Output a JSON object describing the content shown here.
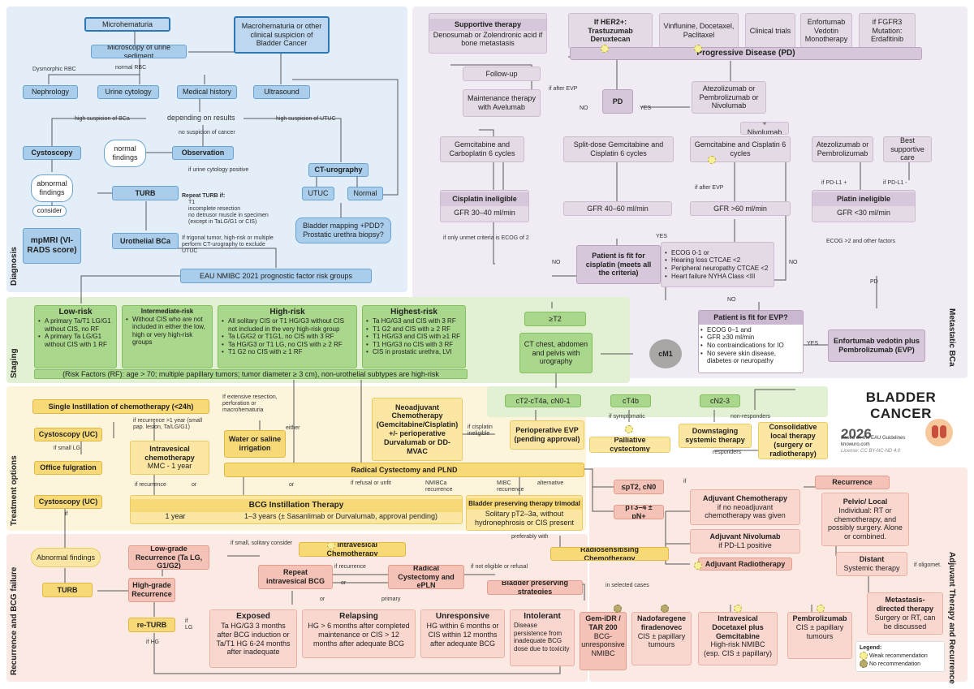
{
  "sections": {
    "diagnosis": "Diagnosis",
    "staging": "Staging",
    "treatment": "Treatment options",
    "recurrence": "Recurrence and BCG failure",
    "metastatic": "Metastatic BCa",
    "adjuvant": "Adjuvant Therapy and Recurrence"
  },
  "title": {
    "main": "BLADDER CANCER",
    "year": "2026",
    "based": "Based on the EAU Guidelines",
    "site": "knowuro.com",
    "license": "License: CC BY-NC-ND 4.0"
  },
  "legend": {
    "title": "Legend:",
    "weak": "Weak recommendation",
    "none": "No recommendation"
  },
  "diag": {
    "microhematuria": "Microhematuria",
    "macro": "Macrohematuria or other clinical suspicion of Bladder Cancer",
    "microscopy": "Microscopy of urine sediment",
    "dysmorphic": "Dysmorphic RBC",
    "normal_rbc": "normal RBC",
    "nephrology": "Nephrology",
    "cytology": "Urine cytology",
    "history": "Medical history",
    "ultrasound": "Ultrasound",
    "depending": "depending on results",
    "hs_bca": "high suspicion of BCa",
    "no_susp": "no suspicion of cancer",
    "hs_utuc": "high suspicion of UTUC",
    "cystoscopy": "Cystoscopy",
    "normal_findings": "normal findings",
    "observation": "Observation",
    "if_cyto": "if urine cytology positive",
    "ct_urography": "CT-urography",
    "abnormal": "abnormal findings",
    "turb": "TURB",
    "utuc": "UTUC",
    "normal": "Normal",
    "consider": "consider",
    "repeat_turb": "Repeat TURB if:",
    "rt1": "T1",
    "rt2": "incomplete resection",
    "rt3": "no detrusor muscle in specimen (except in TaLG/G1 or CIS)",
    "trigonal": "If trigonal tumor, high-risk or multiple perform CT-urography to exclude UTUC",
    "mpmri": "mpMRI (VI-RADS score)",
    "urothelial": "Urothelial BCa",
    "mapping": "Bladder mapping +PDD? Prostatic urethra biopsy?",
    "eau": "EAU NMIBC 2021 prognostic factor risk groups"
  },
  "staging": {
    "low_t": "Low-risk",
    "low1": "A primary Ta/T1 LG/G1 without CIS, no RF",
    "low2": "A primary Ta LG/G1 without CIS with 1 RF",
    "int_t": "Intermediate-risk",
    "int1": "Without CIS who are not included in either the low, high or very high-risk groups",
    "high_t": "High-risk",
    "high1": "All solitary CIS or T1 HG/G3 without CIS not included in the very high-risk group",
    "high2": "Ta LG/G2 or T1G1, no CIS with 3 RF",
    "high3": "Ta HG/G3 or T1 LG, no CIS with ≥ 2 RF",
    "high4": "T1 G2 no CIS with ≥ 1 RF",
    "vh_t": "Highest-risk",
    "vh1": "Ta HG/G3 and CIS with 3 RF",
    "vh2": "T1 G2 and CIS with ≥ 2 RF",
    "vh3": "T1 HG/G3 and CIS with ≥1 RF",
    "vh4": "T1 HG/G3 no CIS with 3 RF",
    "vh5": "CIS in prostatic urethra, LVI",
    "rf": "(Risk Factors (RF): age > 70; multiple papillary tumors; tumor diameter ≥ 3 cm), non-urothelial subtypes are high-risk",
    "t2": "≥T2",
    "ct": "CT chest, abdomen and pelvis with urography",
    "cm1": "cM1"
  },
  "treat": {
    "single": "Single Instillation of chemotherapy (<24h)",
    "if_rec1": "if recurrence >1 year (small pap. lesion, Ta/LG/G1)",
    "cysto_uc": "Cystoscopy (UC)",
    "if_small": "if small LG",
    "office": "Office fulgration",
    "intraves": "Intravesical chemotherapy",
    "mmc": "MMC - 1 year",
    "if_ext": "If extensive resection, perforation or macrohematuria",
    "water": "Water or saline irrigation",
    "either": "either",
    "neo": "Neoadjuvant Chemotherapy (Gemcitabine/Cisplatin) +/- perioperative Durvalumab or DD-MVAC",
    "if_cis_inel": "if cisplatin ineligible",
    "periop": "Perioperative EVP (pending approval)",
    "ct2": "cT2-cT4a, cN0-1",
    "ct4b": "cT4b",
    "cn23": "cN2-3",
    "if_symp": "if symptomatic",
    "palliative": "Palliative cystectomy",
    "downstaging": "Downstaging systemic therapy",
    "non_resp": "non-responders",
    "responders": "responders",
    "consol": "Consolidative local therapy (surgery or radiotherapy)",
    "rc_plnd": "Radical Cystectomy and PLND",
    "if_rec2": "if recurrence",
    "or": "or",
    "if_refusal": "if refusal or unfit",
    "nmibca_rec": "NMIBCa recurrence",
    "mibc_rec": "MIBC recurrence",
    "alternative": "alternative",
    "cysto_uc2": "Cystoscopy (UC)",
    "bcg": "BCG Instillation Therapy",
    "bcg_1y": "1 year",
    "bcg_13": "1–3 years (± Sasanlimab or Durvalumab, approval pending)",
    "trimodal": "Bladder preserving therapy trimodal",
    "solitary": "Solitary pT2–3a, without hydronephrosis or CIS present",
    "pref": "preferably with",
    "radiosens": "Radiosensitising Chemotherapy"
  },
  "adj": {
    "pt2": "≤pT2, cN0",
    "pt3": "pT3–4 ± pN+",
    "if": "if",
    "adj_chemo": "Adjuvant Chemotherapy",
    "adj_chemo_d": "if no neoadjuvant chemotherapy was given",
    "adj_nivo": "Adjuvant Nivolumab",
    "adj_nivo_d": "if PD-L1 positive",
    "adj_rt": "Adjuvant Radiotherapy",
    "recurrence": "Recurrence",
    "pelvic": "Pelvic/ Local",
    "pelvic_d": "Individual: RT or chemotherapy, and possibly surgery. Alone or combined.",
    "distant": "Distant",
    "systemic": "Systemic therapy",
    "if_olig": "if oligomet.",
    "mdt": "Metastasis-directed therapy",
    "mdt_d": "Surgery or RT, can be discussed"
  },
  "rec": {
    "abnormal": "Abnormal findings",
    "turb": "TURB",
    "lowgrade": "Low-grade Recurrence (Ta LG, G1/G2)",
    "if_small": "if small, solitary consider",
    "intraves": "Intravesical Chemotherapy",
    "repeat_bcg": "Repeat intravesical BCG",
    "if_rec": "if recurrence",
    "rc_eplnd": "Radical Cystectomy and ePLN",
    "if_not_elig": "if not eligible or refusal",
    "highgrade": "High-grade Recurrence",
    "or": "or",
    "primary": "primary",
    "bps": "Bladder preserving strategies",
    "in_sel": "in selected cases",
    "returb": "re-TURB",
    "if_lg": "if LG",
    "if_hg": "if HG",
    "exposed": "Exposed",
    "exposed_d": "Ta HG/G3 3 months after BCG induction or Ta/T1 HG 6-24 months after inadequate",
    "relapsing": "Relapsing",
    "relapsing_d": "HG > 6 months after completed maintenance or CIS > 12 months after adequate BCG",
    "unresp": "Unresponsive",
    "unresp_d": "HG within 6 months or CIS within 12 months after adequate BCG",
    "intol": "Intolerant",
    "intol_d": "Disease persistence from inadequate BCG dose due to toxicity",
    "gem": "Gem-iDR / TAR 200",
    "gem_d": "BCG-unresponsive NMIBC",
    "nado": "Nadofaregene firadenovec",
    "nado_d": "CIS ± papillary tumours",
    "doce": "Intravesical Docetaxel plus Gemcitabine",
    "doce_d": "High-risk NMIBC (esp. CIS ± papillary)",
    "pembro": "Pembrolizumab",
    "pembro_d": "CIS ± papillary tumours"
  },
  "meta": {
    "supportive": "Supportive therapy",
    "supportive_d": "Denosumab or Zolendronic acid if bone metastasis",
    "her2": "If HER2+: Trastuzumab Deruxtecan",
    "vinflu": "Vinflunine, Docetaxel, Paclitaxel",
    "trials": "Clinical trials",
    "enfor_mono": "Enfortumab Vedotin Monotherapy",
    "fgfr3": "if FGFR3 Mutation: Erdafitinib",
    "pd_prog": "Progressive Disease (PD)",
    "followup": "Follow-up",
    "if_after_evp": "if after EVP",
    "maint": "Maintenance therapy with Avelumab",
    "pd": "PD",
    "no": "NO",
    "yes": "YES",
    "atezo3": "Atezolizumab or Pembrolizumab or Nivolumab",
    "plus_nivo": "+ Nivolumab",
    "gem_carbo": "Gemcitabine and Carboplatin 6 cycles",
    "split": "Split-dose Gemcitabine and Cisplatin 6 cycles",
    "gem_cis": "Gemcitabine and Cisplatin 6 cycles",
    "atezo2": "Atezolizumab or Pembrolizumab",
    "bsc": "Best supportive care",
    "if_after_evp2": "if after EVP",
    "if_pdl1p": "if PD-L1 +",
    "if_pdl1m": "if PD-L1 -",
    "cis_inel": "Cisplatin ineligible",
    "gfr3040": "GFR 30–40 ml/min",
    "gfr4060": "GFR 40–60 ml/min",
    "gfr60": "GFR >60 ml/min",
    "platin_inel": "Platin ineligible",
    "gfr30": "GFR <30 ml/min",
    "if_unmet": "if only unmet criteria is ECOG of 2",
    "ecog2": "ECOG >2 and other factors",
    "fit_cis": "Patient is fit for cisplatin (meets all the criteria)",
    "c1": "ECOG 0-1 or",
    "c2": "Hearing loss CTCAE <2",
    "c3": "Peripheral neuropathy CTCAE <2",
    "c4": "Heart failure NYHA Class <III",
    "fit_evp": "Patient is fit for EVP?",
    "e1": "ECOG 0–1 and",
    "e2": "GFR ≥30 ml/min",
    "e3": "No contraindications for IO",
    "e4": "No severe skin disease, diabetes or neuropathy",
    "evp": "Enfortumab vedotin plus Pembrolizumab (EVP)",
    "pd2": "PD"
  }
}
